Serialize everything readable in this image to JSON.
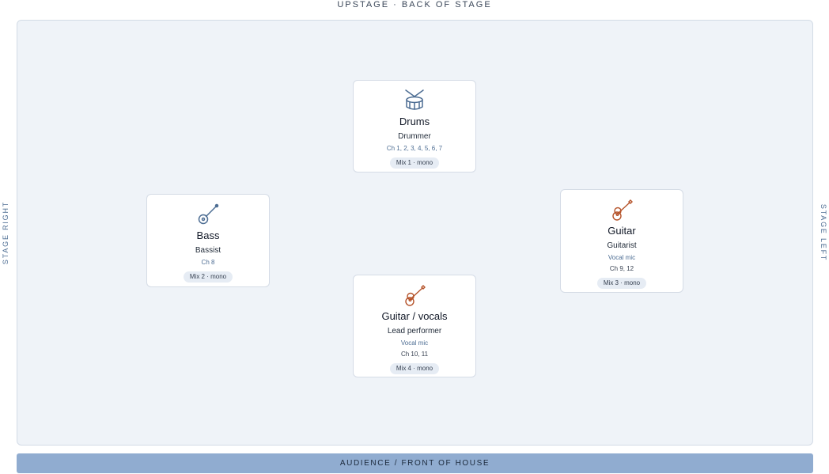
{
  "orientation": {
    "upstage": "UPSTAGE · BACK OF STAGE",
    "stage_right": "STAGE RIGHT",
    "stage_left": "STAGE LEFT",
    "audience": "AUDIENCE / FRONT OF HOUSE"
  },
  "colors": {
    "stage_fill": "#eff3f8",
    "audience_bar": "#90acd0",
    "drum_bass_icon": "#4d6d93",
    "guitar_icon": "#b5532a"
  },
  "performers": {
    "drums": {
      "icon": "drum-icon",
      "name": "Drums",
      "role": "Drummer",
      "channels": "Ch 1, 2, 3, 4, 5, 6, 7",
      "mix": "Mix 1 · mono"
    },
    "bass": {
      "icon": "bass-icon",
      "name": "Bass",
      "role": "Bassist",
      "channels": "Ch 8",
      "mix": "Mix 2 · mono"
    },
    "guitar": {
      "icon": "guitar-icon",
      "name": "Guitar",
      "role": "Guitarist",
      "mic": "Vocal mic",
      "channels": "Ch 9, 12",
      "mix": "Mix 3 · mono"
    },
    "lead": {
      "icon": "guitar-icon",
      "name": "Guitar / vocals",
      "role": "Lead performer",
      "mic": "Vocal mic",
      "channels": "Ch 10, 11",
      "mix": "Mix 4 · mono"
    }
  }
}
